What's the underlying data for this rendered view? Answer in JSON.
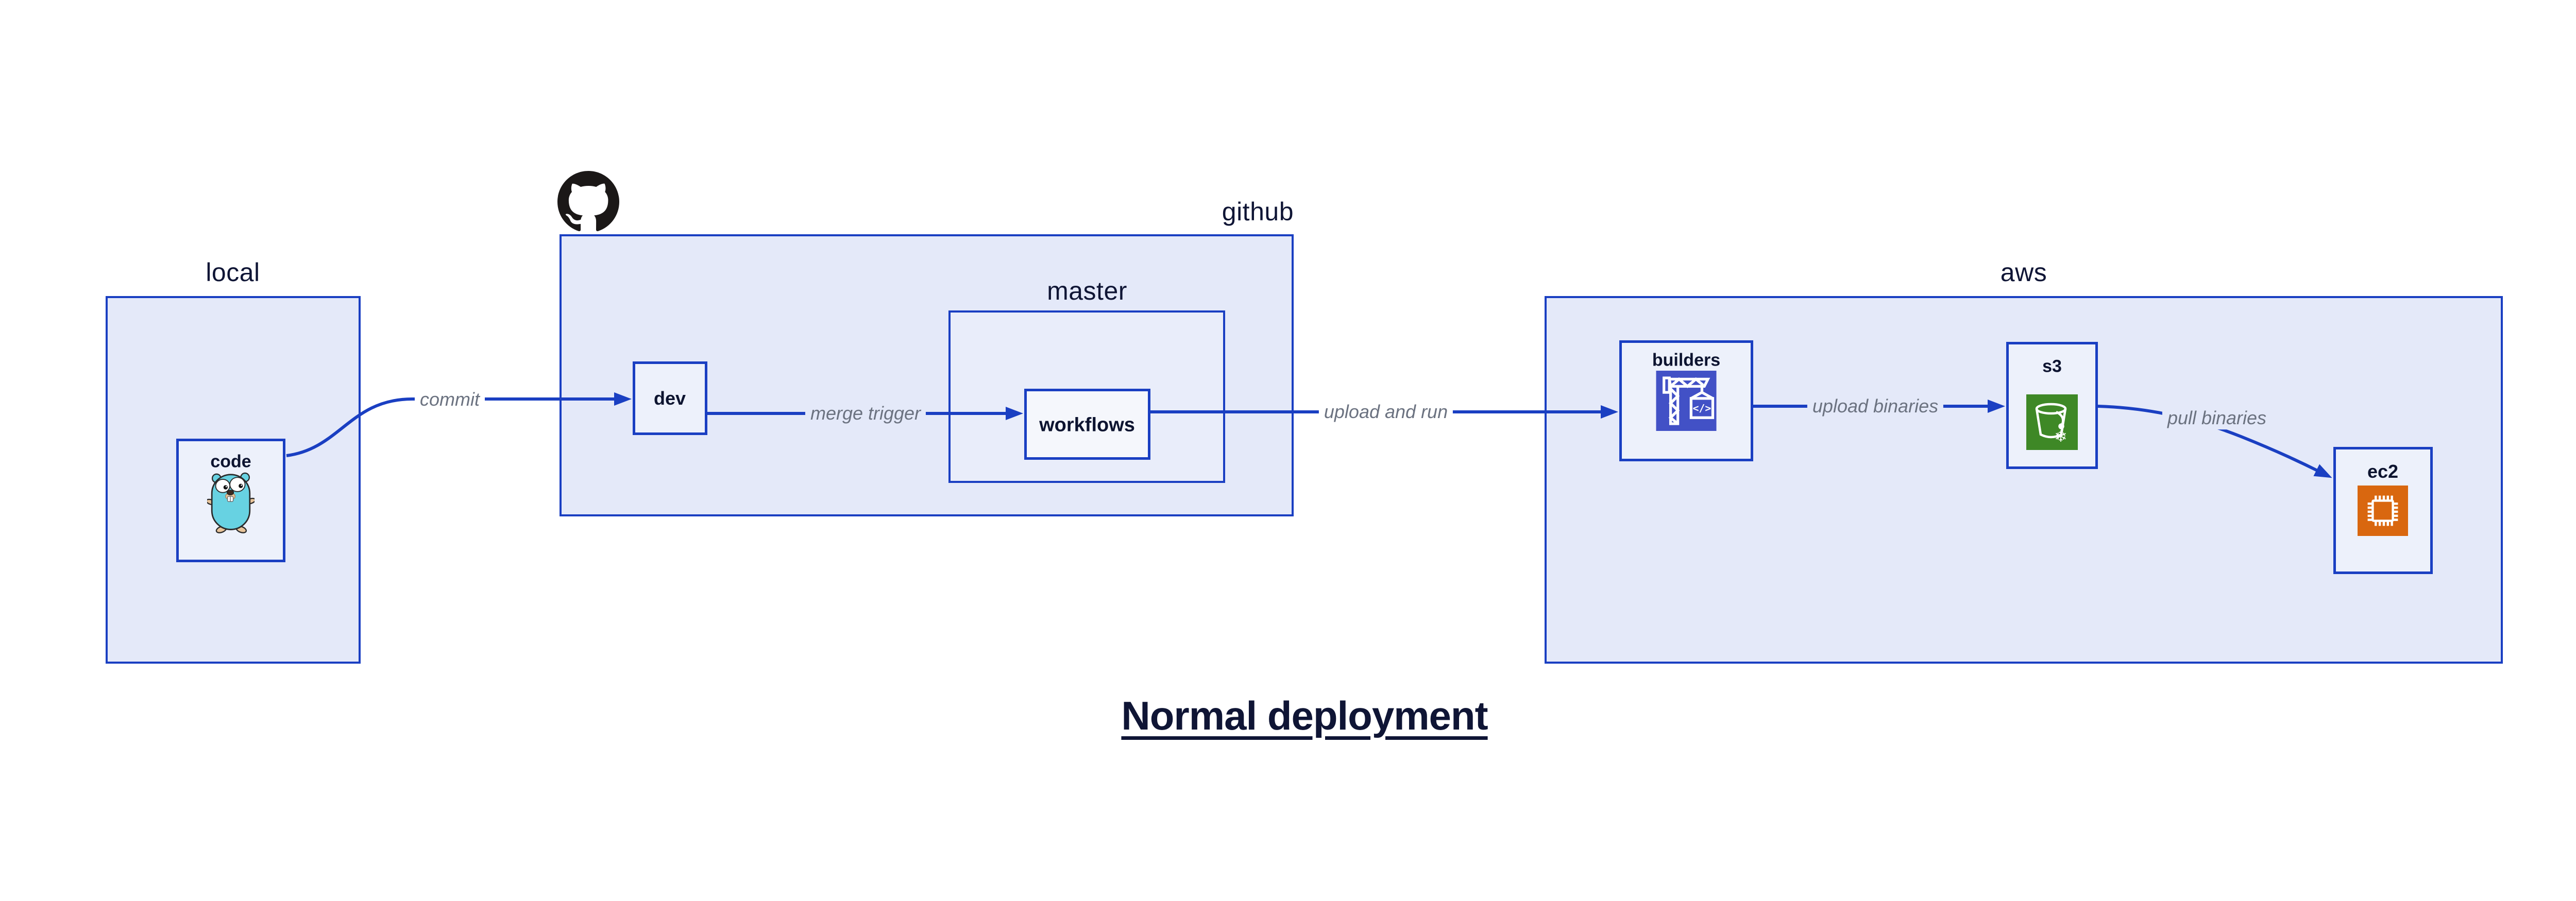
{
  "title": "Normal deployment",
  "groups": {
    "local": {
      "label": "local"
    },
    "github": {
      "label": "github"
    },
    "master": {
      "label": "master"
    },
    "aws": {
      "label": "aws"
    }
  },
  "nodes": {
    "code": {
      "label": "code",
      "icon": "go-gopher-icon"
    },
    "dev": {
      "label": "dev"
    },
    "workflows": {
      "label": "workflows"
    },
    "builders": {
      "label": "builders",
      "icon": "aws-codebuild-icon"
    },
    "s3": {
      "label": "s3",
      "icon": "aws-s3-glacier-icon"
    },
    "ec2": {
      "label": "ec2",
      "icon": "aws-ec2-icon"
    }
  },
  "edges": {
    "commit": {
      "label": "commit",
      "from": "code",
      "to": "dev"
    },
    "merge_trigger": {
      "label": "merge trigger",
      "from": "dev",
      "to": "workflows"
    },
    "upload_and_run": {
      "label": "upload and run",
      "from": "workflows",
      "to": "builders"
    },
    "upload_binaries": {
      "label": "upload binaries",
      "from": "builders",
      "to": "s3"
    },
    "pull_binaries": {
      "label": "pull binaries",
      "from": "s3",
      "to": "ec2"
    }
  },
  "logo": {
    "name": "github-octocat-icon"
  },
  "colors": {
    "border_and_arrows": "#1a3fc2",
    "group_fill": "#e4e9f9",
    "node_fill": "#edf1fb",
    "workflows_fill": "#f5f7fc",
    "edge_label_text": "#6b7280",
    "dark_text": "#0f1535",
    "octocat": "#1b1817",
    "codebuild_icon": "#4251c6",
    "s3_glacier_icon": "#3e8826",
    "ec2_icon": "#d9670f",
    "gopher_body": "#67d2e2"
  }
}
